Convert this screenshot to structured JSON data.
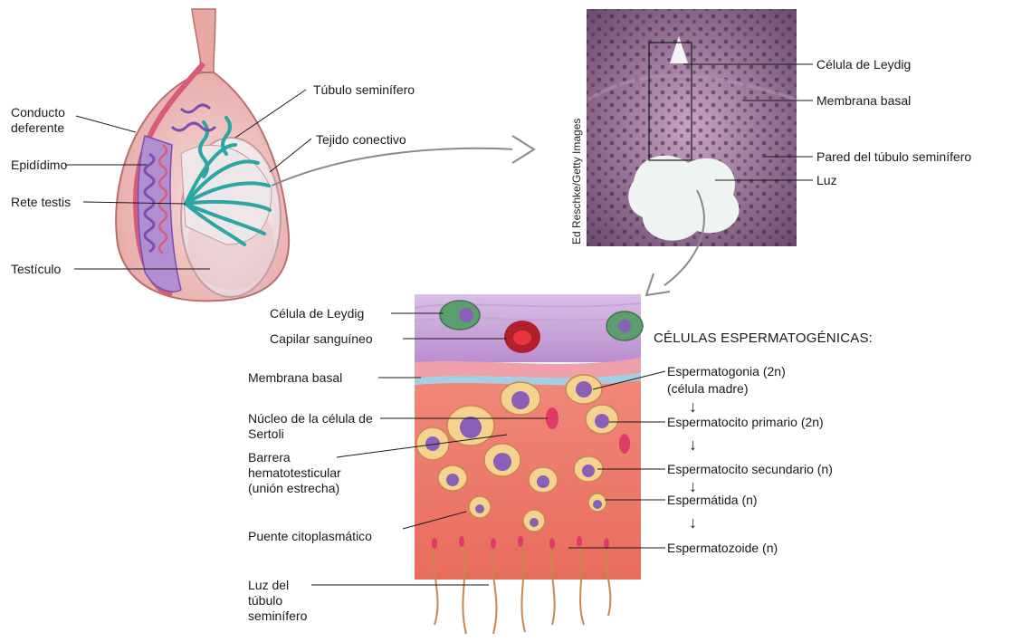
{
  "testis_labels": {
    "conducto_deferente": "Conducto deferente",
    "epididimo": "Epidídimo",
    "rete_testis": "Rete testis",
    "testiculo": "Testículo",
    "tubulo_seminifero": "Túbulo seminífero",
    "tejido_conectivo": "Tejido conectivo"
  },
  "micrograph": {
    "credit": "Ed Reschke/Getty Images",
    "labels": {
      "celula_leydig": "Célula de Leydig",
      "membrana_basal": "Membrana basal",
      "pared": "Pared del túbulo seminífero",
      "luz": "Luz"
    }
  },
  "detail_labels": {
    "celula_leydig": "Célula de Leydig",
    "capilar": "Capilar sanguíneo",
    "membrana_basal": "Membrana basal",
    "nucleo_sertoli": "Núcleo de la célula de Sertoli",
    "barrera": "Barrera hematotesticular (unión estrecha)",
    "puente": "Puente citoplasmático",
    "luz_tubulo": "Luz del túbulo seminífero"
  },
  "spermatogenic": {
    "header": "CÉLULAS ESPERMATOGÉNICAS:",
    "stages": [
      "Espermatogonia (2n)",
      "(célula madre)",
      "Espermatocito primario (2n)",
      "Espermatocito secundario (n)",
      "Espermátida (n)",
      "Espermatozoide (n)"
    ]
  },
  "colors": {
    "tissue_pink": "#e9a6a6",
    "tubule_teal": "#2aa7a4",
    "epididymis_purple": "#7a4fb3",
    "connective_purple": "#c9a3d8",
    "sertoli_red": "#e8735e",
    "micrograph_purple": "#6a3f6e"
  }
}
